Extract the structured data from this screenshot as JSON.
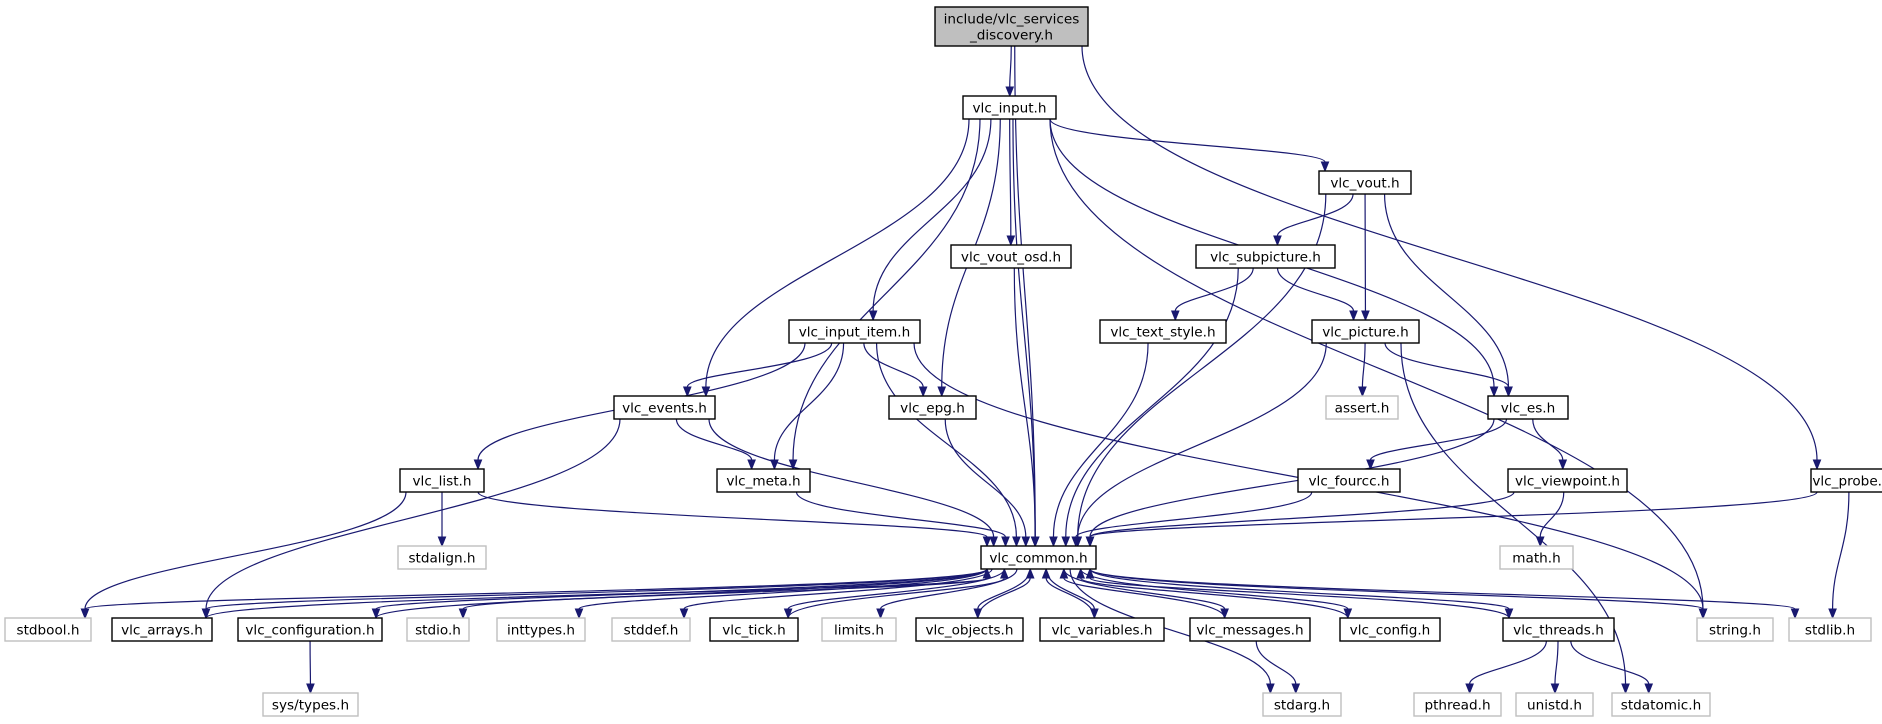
{
  "graph": {
    "nodes": [
      {
        "id": "root",
        "label": [
          "include/vlc_services",
          "_discovery.h"
        ],
        "kind": "root"
      },
      {
        "id": "vlc_input",
        "label": [
          "vlc_input.h"
        ],
        "kind": "internal"
      },
      {
        "id": "vlc_probe",
        "label": [
          "vlc_probe.h"
        ],
        "kind": "internal"
      },
      {
        "id": "vlc_vout",
        "label": [
          "vlc_vout.h"
        ],
        "kind": "internal"
      },
      {
        "id": "vlc_vout_osd",
        "label": [
          "vlc_vout_osd.h"
        ],
        "kind": "internal"
      },
      {
        "id": "vlc_subpicture",
        "label": [
          "vlc_subpicture.h"
        ],
        "kind": "internal"
      },
      {
        "id": "vlc_input_item",
        "label": [
          "vlc_input_item.h"
        ],
        "kind": "internal"
      },
      {
        "id": "vlc_text_style",
        "label": [
          "vlc_text_style.h"
        ],
        "kind": "internal"
      },
      {
        "id": "vlc_picture",
        "label": [
          "vlc_picture.h"
        ],
        "kind": "internal"
      },
      {
        "id": "vlc_events",
        "label": [
          "vlc_events.h"
        ],
        "kind": "internal"
      },
      {
        "id": "vlc_epg",
        "label": [
          "vlc_epg.h"
        ],
        "kind": "internal"
      },
      {
        "id": "assert",
        "label": [
          "assert.h"
        ],
        "kind": "external"
      },
      {
        "id": "vlc_es",
        "label": [
          "vlc_es.h"
        ],
        "kind": "internal"
      },
      {
        "id": "vlc_list",
        "label": [
          "vlc_list.h"
        ],
        "kind": "internal"
      },
      {
        "id": "vlc_meta",
        "label": [
          "vlc_meta.h"
        ],
        "kind": "internal"
      },
      {
        "id": "vlc_fourcc",
        "label": [
          "vlc_fourcc.h"
        ],
        "kind": "internal"
      },
      {
        "id": "vlc_viewpoint",
        "label": [
          "vlc_viewpoint.h"
        ],
        "kind": "internal"
      },
      {
        "id": "stdalign",
        "label": [
          "stdalign.h"
        ],
        "kind": "external"
      },
      {
        "id": "math",
        "label": [
          "math.h"
        ],
        "kind": "external"
      },
      {
        "id": "vlc_common",
        "label": [
          "vlc_common.h"
        ],
        "kind": "internal"
      },
      {
        "id": "stdbool",
        "label": [
          "stdbool.h"
        ],
        "kind": "external"
      },
      {
        "id": "vlc_arrays",
        "label": [
          "vlc_arrays.h"
        ],
        "kind": "internal"
      },
      {
        "id": "vlc_configuration",
        "label": [
          "vlc_configuration.h"
        ],
        "kind": "internal"
      },
      {
        "id": "stdio",
        "label": [
          "stdio.h"
        ],
        "kind": "external"
      },
      {
        "id": "inttypes",
        "label": [
          "inttypes.h"
        ],
        "kind": "external"
      },
      {
        "id": "stddef",
        "label": [
          "stddef.h"
        ],
        "kind": "external"
      },
      {
        "id": "vlc_tick",
        "label": [
          "vlc_tick.h"
        ],
        "kind": "internal"
      },
      {
        "id": "limits",
        "label": [
          "limits.h"
        ],
        "kind": "external"
      },
      {
        "id": "vlc_objects",
        "label": [
          "vlc_objects.h"
        ],
        "kind": "internal"
      },
      {
        "id": "vlc_variables",
        "label": [
          "vlc_variables.h"
        ],
        "kind": "internal"
      },
      {
        "id": "vlc_messages",
        "label": [
          "vlc_messages.h"
        ],
        "kind": "internal"
      },
      {
        "id": "vlc_config",
        "label": [
          "vlc_config.h"
        ],
        "kind": "internal"
      },
      {
        "id": "vlc_threads",
        "label": [
          "vlc_threads.h"
        ],
        "kind": "internal"
      },
      {
        "id": "string",
        "label": [
          "string.h"
        ],
        "kind": "external"
      },
      {
        "id": "stdlib",
        "label": [
          "stdlib.h"
        ],
        "kind": "external"
      },
      {
        "id": "sys_types",
        "label": [
          "sys/types.h"
        ],
        "kind": "external"
      },
      {
        "id": "stdarg",
        "label": [
          "stdarg.h"
        ],
        "kind": "external"
      },
      {
        "id": "pthread",
        "label": [
          "pthread.h"
        ],
        "kind": "external"
      },
      {
        "id": "unistd",
        "label": [
          "unistd.h"
        ],
        "kind": "external"
      },
      {
        "id": "stdatomic",
        "label": [
          "stdatomic.h"
        ],
        "kind": "external"
      }
    ],
    "edges": [
      [
        "root",
        "vlc_input"
      ],
      [
        "root",
        "vlc_probe"
      ],
      [
        "root",
        "vlc_common"
      ],
      [
        "vlc_input",
        "vlc_vout"
      ],
      [
        "vlc_input",
        "vlc_vout_osd"
      ],
      [
        "vlc_input",
        "vlc_input_item"
      ],
      [
        "vlc_input",
        "vlc_events"
      ],
      [
        "vlc_input",
        "vlc_epg"
      ],
      [
        "vlc_input",
        "vlc_es"
      ],
      [
        "vlc_input",
        "vlc_meta"
      ],
      [
        "vlc_input",
        "vlc_common"
      ],
      [
        "vlc_input",
        "string"
      ],
      [
        "vlc_vout",
        "vlc_subpicture"
      ],
      [
        "vlc_vout",
        "vlc_picture"
      ],
      [
        "vlc_vout",
        "vlc_es"
      ],
      [
        "vlc_vout",
        "vlc_common"
      ],
      [
        "vlc_subpicture",
        "vlc_text_style"
      ],
      [
        "vlc_subpicture",
        "vlc_picture"
      ],
      [
        "vlc_subpicture",
        "vlc_common"
      ],
      [
        "vlc_vout_osd",
        "vlc_common"
      ],
      [
        "vlc_text_style",
        "vlc_common"
      ],
      [
        "vlc_picture",
        "assert"
      ],
      [
        "vlc_picture",
        "vlc_es"
      ],
      [
        "vlc_picture",
        "vlc_common"
      ],
      [
        "vlc_picture",
        "stdatomic"
      ],
      [
        "vlc_input_item",
        "vlc_events"
      ],
      [
        "vlc_input_item",
        "vlc_epg"
      ],
      [
        "vlc_input_item",
        "vlc_list"
      ],
      [
        "vlc_input_item",
        "vlc_meta"
      ],
      [
        "vlc_input_item",
        "vlc_common"
      ],
      [
        "vlc_input_item",
        "string"
      ],
      [
        "vlc_events",
        "vlc_meta"
      ],
      [
        "vlc_events",
        "vlc_common"
      ],
      [
        "vlc_events",
        "vlc_arrays"
      ],
      [
        "vlc_epg",
        "vlc_common"
      ],
      [
        "vlc_es",
        "vlc_fourcc"
      ],
      [
        "vlc_es",
        "vlc_viewpoint"
      ],
      [
        "vlc_es",
        "vlc_common"
      ],
      [
        "vlc_list",
        "stdalign"
      ],
      [
        "vlc_list",
        "stdbool"
      ],
      [
        "vlc_list",
        "vlc_common"
      ],
      [
        "vlc_meta",
        "vlc_common"
      ],
      [
        "vlc_fourcc",
        "vlc_common"
      ],
      [
        "vlc_viewpoint",
        "math"
      ],
      [
        "vlc_viewpoint",
        "vlc_common"
      ],
      [
        "vlc_probe",
        "vlc_common"
      ],
      [
        "vlc_probe",
        "stdlib"
      ],
      [
        "vlc_common",
        "stdbool"
      ],
      [
        "vlc_common",
        "vlc_arrays"
      ],
      [
        "vlc_common",
        "vlc_configuration"
      ],
      [
        "vlc_common",
        "stdio"
      ],
      [
        "vlc_common",
        "inttypes"
      ],
      [
        "vlc_common",
        "stddef"
      ],
      [
        "vlc_common",
        "vlc_tick"
      ],
      [
        "vlc_common",
        "limits"
      ],
      [
        "vlc_common",
        "vlc_objects"
      ],
      [
        "vlc_common",
        "vlc_variables"
      ],
      [
        "vlc_common",
        "vlc_messages"
      ],
      [
        "vlc_common",
        "vlc_config"
      ],
      [
        "vlc_common",
        "vlc_threads"
      ],
      [
        "vlc_common",
        "string"
      ],
      [
        "vlc_common",
        "stdlib"
      ],
      [
        "vlc_common",
        "stdarg"
      ],
      [
        "vlc_arrays",
        "vlc_common"
      ],
      [
        "vlc_configuration",
        "vlc_common"
      ],
      [
        "vlc_tick",
        "vlc_common"
      ],
      [
        "vlc_objects",
        "vlc_common"
      ],
      [
        "vlc_variables",
        "vlc_common"
      ],
      [
        "vlc_messages",
        "vlc_common"
      ],
      [
        "vlc_config",
        "vlc_common"
      ],
      [
        "vlc_threads",
        "vlc_common"
      ],
      [
        "vlc_configuration",
        "sys_types"
      ],
      [
        "vlc_messages",
        "stdarg"
      ],
      [
        "vlc_threads",
        "pthread"
      ],
      [
        "vlc_threads",
        "unistd"
      ],
      [
        "vlc_threads",
        "stdatomic"
      ]
    ]
  }
}
